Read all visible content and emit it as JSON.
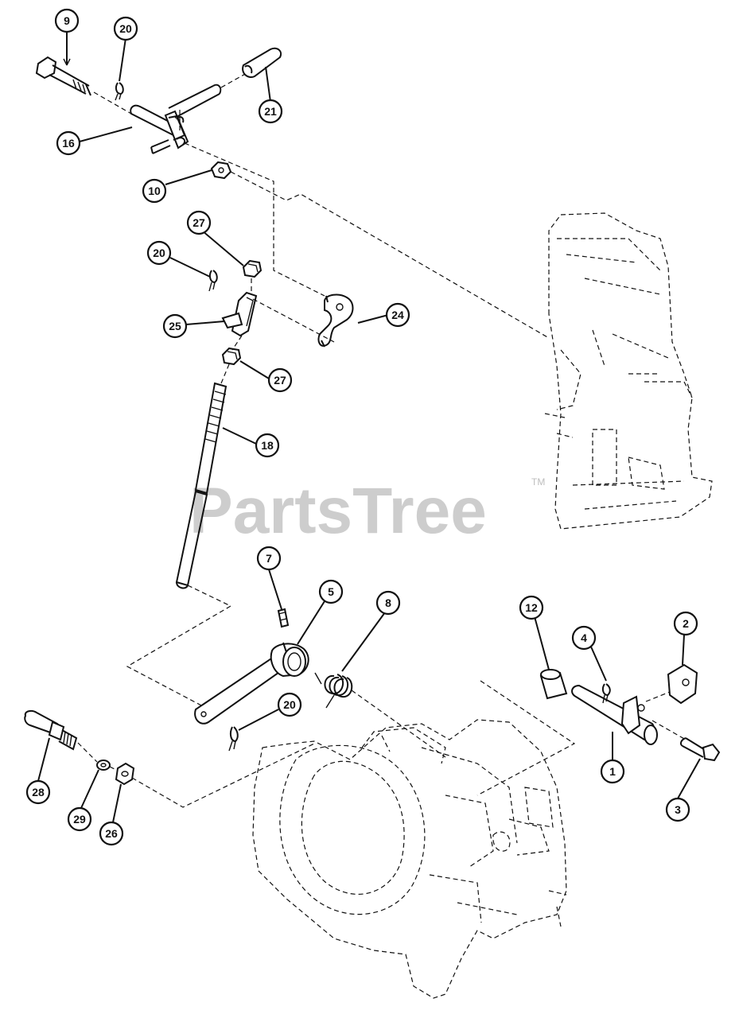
{
  "watermark": {
    "text": "PartsTree",
    "trademark": "TM"
  },
  "callouts": [
    {
      "label": "9"
    },
    {
      "label": "20"
    },
    {
      "label": "21"
    },
    {
      "label": "16"
    },
    {
      "label": "10"
    },
    {
      "label": "27"
    },
    {
      "label": "20"
    },
    {
      "label": "24"
    },
    {
      "label": "25"
    },
    {
      "label": "27"
    },
    {
      "label": "18"
    },
    {
      "label": "7"
    },
    {
      "label": "5"
    },
    {
      "label": "8"
    },
    {
      "label": "12"
    },
    {
      "label": "2"
    },
    {
      "label": "4"
    },
    {
      "label": "20"
    },
    {
      "label": "28"
    },
    {
      "label": "29"
    },
    {
      "label": "26"
    },
    {
      "label": "1"
    },
    {
      "label": "3"
    }
  ]
}
